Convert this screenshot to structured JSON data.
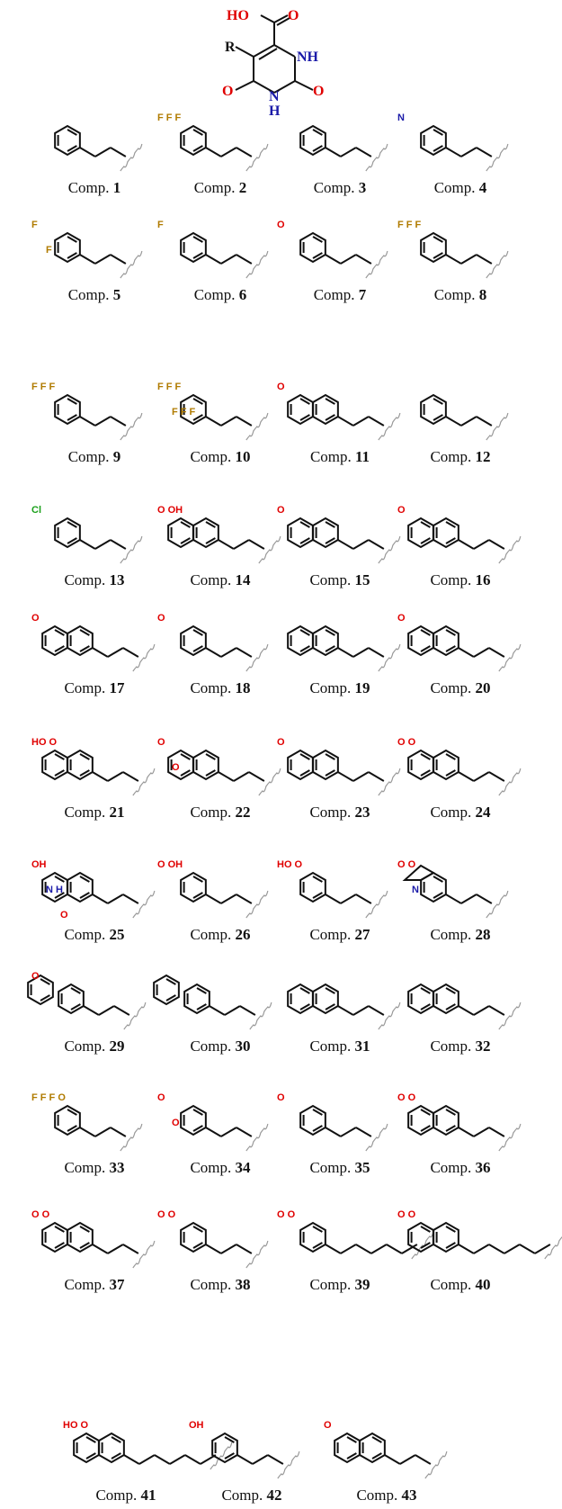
{
  "scaffold": {
    "atoms": {
      "ho": "HO",
      "o_top": "O",
      "r": "R",
      "nh": "NH",
      "o_left": "O",
      "o_right": "O",
      "n_bottom": "N",
      "h_bottom": "H"
    }
  },
  "colors": {
    "oxygen": "#e00000",
    "nitrogen": "#1a1aa8",
    "fluorine": "#b07b00",
    "chlorine": "#1aa01a",
    "bond": "#111111",
    "wavy": "#999999"
  },
  "label_prefix": "Comp.",
  "compounds": [
    {
      "id": "1",
      "motif": "phenyl",
      "subs": []
    },
    {
      "id": "2",
      "motif": "phenyl",
      "subs": [
        {
          "text": "F F F",
          "el": "F"
        }
      ]
    },
    {
      "id": "3",
      "motif": "phenyl",
      "subs": []
    },
    {
      "id": "4",
      "motif": "phenyl",
      "subs": [
        {
          "text": "N",
          "el": "N"
        }
      ]
    },
    {
      "id": "5",
      "motif": "phenyl",
      "subs": [
        {
          "text": "F",
          "el": "F"
        },
        {
          "text": "F",
          "el": "F"
        }
      ]
    },
    {
      "id": "6",
      "motif": "phenyl",
      "subs": [
        {
          "text": "F",
          "el": "F"
        }
      ]
    },
    {
      "id": "7",
      "motif": "phenyl",
      "subs": [
        {
          "text": "O",
          "el": "O"
        }
      ]
    },
    {
      "id": "8",
      "motif": "phenyl",
      "subs": [
        {
          "text": "F F F",
          "el": "F"
        }
      ]
    },
    {
      "id": "9",
      "motif": "phenyl",
      "subs": [
        {
          "text": "F F F",
          "el": "F"
        }
      ]
    },
    {
      "id": "10",
      "motif": "phenyl",
      "subs": [
        {
          "text": "F F F",
          "el": "F"
        },
        {
          "text": "F F F",
          "el": "F"
        }
      ]
    },
    {
      "id": "11",
      "motif": "naphthyl",
      "subs": [
        {
          "text": "O",
          "el": "O"
        }
      ]
    },
    {
      "id": "12",
      "motif": "phenyl",
      "subs": []
    },
    {
      "id": "13",
      "motif": "phenyl",
      "subs": [
        {
          "text": "Cl",
          "el": "Cl"
        }
      ]
    },
    {
      "id": "14",
      "motif": "naphthyl",
      "subs": [
        {
          "text": "O OH",
          "el": "O"
        }
      ]
    },
    {
      "id": "15",
      "motif": "naphthyl",
      "subs": [
        {
          "text": "O",
          "el": "O"
        }
      ]
    },
    {
      "id": "16",
      "motif": "naphthyl",
      "subs": [
        {
          "text": "O",
          "el": "O"
        }
      ]
    },
    {
      "id": "17",
      "motif": "naphthyl",
      "subs": [
        {
          "text": "O",
          "el": "O"
        }
      ]
    },
    {
      "id": "18",
      "motif": "phenyl",
      "subs": [
        {
          "text": "O",
          "el": "O"
        }
      ]
    },
    {
      "id": "19",
      "motif": "naphthyl",
      "subs": []
    },
    {
      "id": "20",
      "motif": "naphthyl",
      "subs": [
        {
          "text": "O",
          "el": "O"
        }
      ]
    },
    {
      "id": "21",
      "motif": "naphthyl",
      "subs": [
        {
          "text": "HO O",
          "el": "O"
        }
      ]
    },
    {
      "id": "22",
      "motif": "naphthyl",
      "subs": [
        {
          "text": "O",
          "el": "O"
        },
        {
          "text": "O",
          "el": "O"
        }
      ]
    },
    {
      "id": "23",
      "motif": "naphthyl",
      "subs": [
        {
          "text": "O",
          "el": "O"
        }
      ]
    },
    {
      "id": "24",
      "motif": "naphthyl",
      "subs": [
        {
          "text": "O O",
          "el": "O"
        }
      ]
    },
    {
      "id": "25",
      "motif": "naphthyl",
      "subs": [
        {
          "text": "OH",
          "el": "O"
        },
        {
          "text": "N H",
          "el": "N"
        },
        {
          "text": "O",
          "el": "O"
        }
      ]
    },
    {
      "id": "26",
      "motif": "phenyl",
      "subs": [
        {
          "text": "O OH",
          "el": "O"
        }
      ]
    },
    {
      "id": "27",
      "motif": "phenyl",
      "subs": [
        {
          "text": "HO O",
          "el": "O"
        }
      ]
    },
    {
      "id": "28",
      "motif": "indoline",
      "subs": [
        {
          "text": "O O",
          "el": "O"
        },
        {
          "text": "N",
          "el": "N"
        }
      ]
    },
    {
      "id": "29",
      "motif": "biaryl",
      "subs": [
        {
          "text": "O",
          "el": "O"
        }
      ]
    },
    {
      "id": "30",
      "motif": "biaryl",
      "subs": []
    },
    {
      "id": "31",
      "motif": "naphthyl",
      "subs": []
    },
    {
      "id": "32",
      "motif": "naphthyl",
      "subs": []
    },
    {
      "id": "33",
      "motif": "phenyl",
      "subs": [
        {
          "text": "F F F O",
          "el": "F"
        }
      ]
    },
    {
      "id": "34",
      "motif": "phenyl",
      "subs": [
        {
          "text": "O",
          "el": "O"
        },
        {
          "text": "O",
          "el": "O"
        }
      ]
    },
    {
      "id": "35",
      "motif": "phenyl",
      "subs": [
        {
          "text": "O",
          "el": "O"
        }
      ]
    },
    {
      "id": "36",
      "motif": "naphthyl",
      "subs": [
        {
          "text": "O O",
          "el": "O"
        }
      ]
    },
    {
      "id": "37",
      "motif": "naphthyl",
      "subs": [
        {
          "text": "O O",
          "el": "O"
        }
      ]
    },
    {
      "id": "38",
      "motif": "phenyl",
      "subs": [
        {
          "text": "O O",
          "el": "O"
        }
      ]
    },
    {
      "id": "39",
      "motif": "phenyl",
      "subs": [
        {
          "text": "O O",
          "el": "O"
        }
      ]
    },
    {
      "id": "40",
      "motif": "naphthyl",
      "subs": [
        {
          "text": "O O",
          "el": "O"
        }
      ]
    },
    {
      "id": "41",
      "motif": "naphthyl",
      "subs": [
        {
          "text": "HO O",
          "el": "O"
        }
      ]
    },
    {
      "id": "42",
      "motif": "phenyl",
      "subs": [
        {
          "text": "OH",
          "el": "O"
        }
      ]
    },
    {
      "id": "43",
      "motif": "naphthyl",
      "subs": [
        {
          "text": "O",
          "el": "O"
        }
      ]
    }
  ]
}
